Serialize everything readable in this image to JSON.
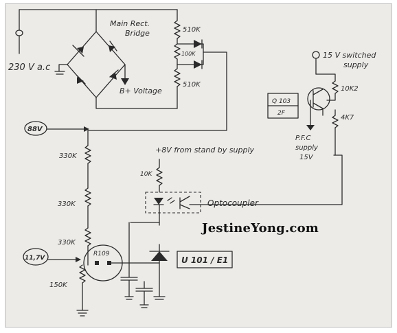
{
  "labels": {
    "ac_input": "230 V a.c",
    "rect_line1": "Main Rect.",
    "rect_line2": "Bridge",
    "b_plus": "B+ Voltage",
    "r_510k_top": "510K",
    "r_100k": "100K",
    "r_510k_bot": "510K",
    "switched_line1": "15 V switched",
    "switched_line2": "supply",
    "r_10k2": "10K2",
    "r_4k7": "4K7",
    "q_name": "Q 103",
    "q_code": "2F",
    "pfc_line1": "P.F.C",
    "pfc_line2": "supply",
    "pfc_line3": "15V",
    "v_88": "88V",
    "r_330k_1": "330K",
    "r_330k_2": "330K",
    "r_330k_3": "330K",
    "r_150k": "150K",
    "standby": "+8V from stand by supply",
    "r_10k": "10K",
    "opto": "Optocoupler",
    "v_117": "11,7V",
    "r_109": "R109",
    "u_label": "U 101 / E1"
  },
  "watermark": "JestineYong.com"
}
